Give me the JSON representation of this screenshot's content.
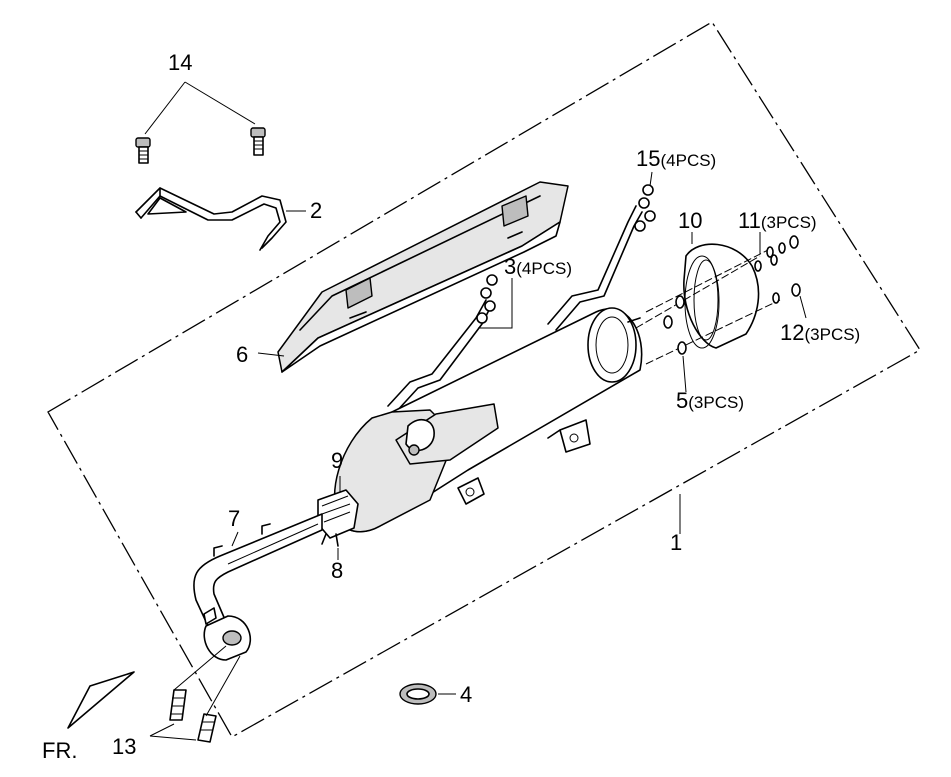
{
  "labels": {
    "l1": "1",
    "l2": "2",
    "l3": "3",
    "l3_qty": "(4PCS)",
    "l4": "4",
    "l5": "5",
    "l5_qty": "(3PCS)",
    "l6": "6",
    "l7": "7",
    "l8": "8",
    "l9": "9",
    "l10": "10",
    "l11": "11",
    "l11_qty": "(3PCS)",
    "l12": "12",
    "l12_qty": "(3PCS)",
    "l13": "13",
    "l14": "14",
    "l15": "15",
    "l15_qty": "(4PCS)",
    "front": "FR."
  }
}
